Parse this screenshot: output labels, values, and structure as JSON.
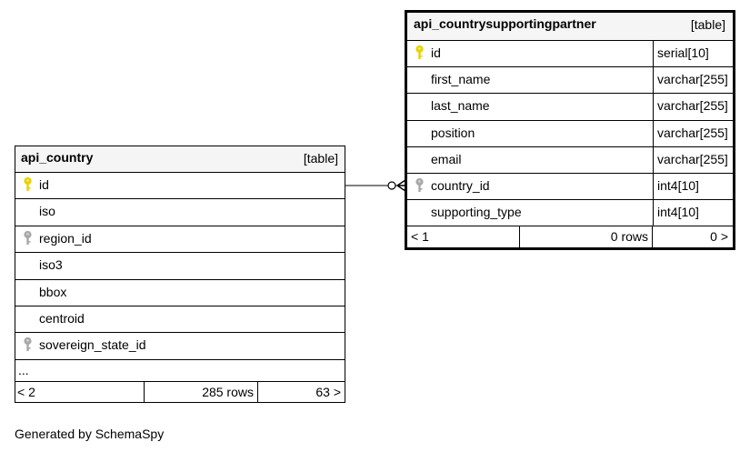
{
  "tables": {
    "partner": {
      "name": "api_countrysupportingpartner",
      "kind": "[table]",
      "columns": [
        {
          "name": "id",
          "type": "serial[10]",
          "key": "primary"
        },
        {
          "name": "first_name",
          "type": "varchar[255]",
          "key": ""
        },
        {
          "name": "last_name",
          "type": "varchar[255]",
          "key": ""
        },
        {
          "name": "position",
          "type": "varchar[255]",
          "key": ""
        },
        {
          "name": "email",
          "type": "varchar[255]",
          "key": ""
        },
        {
          "name": "country_id",
          "type": "int4[10]",
          "key": "foreign"
        },
        {
          "name": "supporting_type",
          "type": "int4[10]",
          "key": ""
        }
      ],
      "footer": {
        "parents": "< 1",
        "rows": "0 rows",
        "children": "0 >"
      }
    },
    "country": {
      "name": "api_country",
      "kind": "[table]",
      "columns": [
        {
          "name": "id",
          "key": "primary"
        },
        {
          "name": "iso",
          "key": ""
        },
        {
          "name": "region_id",
          "key": "foreign"
        },
        {
          "name": "iso3",
          "key": ""
        },
        {
          "name": "bbox",
          "key": ""
        },
        {
          "name": "centroid",
          "key": ""
        },
        {
          "name": "sovereign_state_id",
          "key": "foreign"
        }
      ],
      "more": "...",
      "footer": {
        "parents": "< 2",
        "rows": "285 rows",
        "children": "63 >"
      }
    }
  },
  "colors": {
    "primary_key": "#e8d200",
    "foreign_key": "#a8a8a8",
    "header_bg": "#f5f5f5"
  },
  "generated_by": "Generated by SchemaSpy"
}
